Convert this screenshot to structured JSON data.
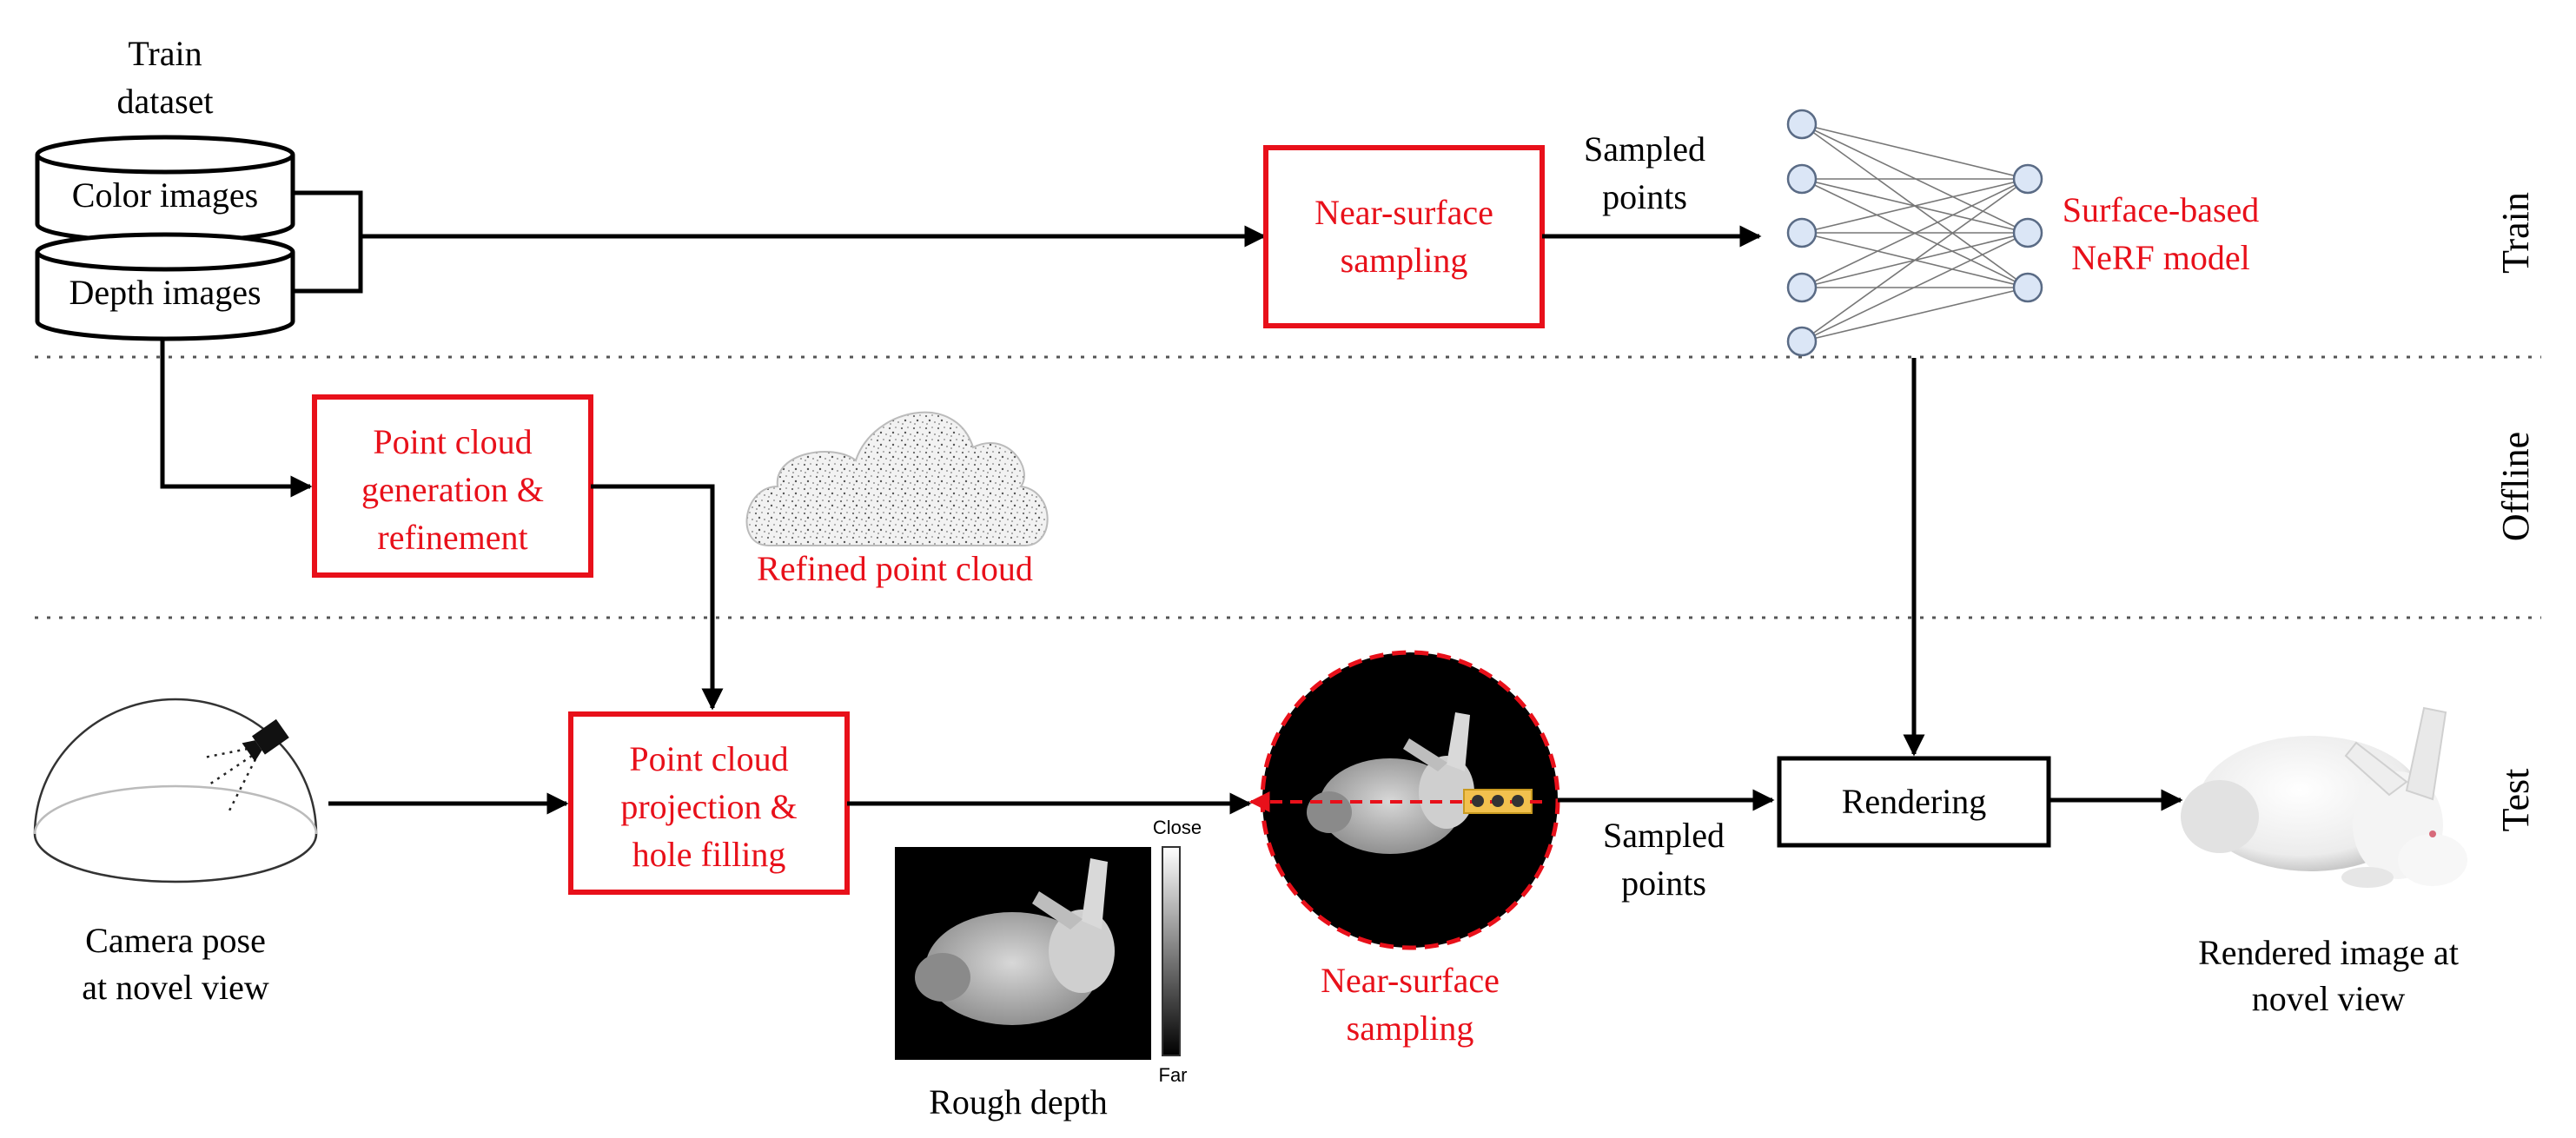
{
  "inputs": {
    "title_line1": "Train",
    "title_line2": "dataset",
    "color_images": "Color images",
    "depth_images": "Depth images"
  },
  "train_row": {
    "sampling_line1": "Near-surface",
    "sampling_line2": "sampling",
    "sampled_line1": "Sampled",
    "sampled_line2": "points",
    "model_line1": "Surface-based",
    "model_line2": "NeRF model"
  },
  "offline_row": {
    "pc_line1": "Point cloud",
    "pc_line2": "generation &",
    "pc_line3": "refinement",
    "refined_label": "Refined point cloud"
  },
  "test_row": {
    "camera_line1": "Camera pose",
    "camera_line2": "at novel view",
    "proj_line1": "Point cloud",
    "proj_line2": "projection &",
    "proj_line3": "hole filling",
    "rough_depth": "Rough depth",
    "colorbar_close": "Close",
    "colorbar_far": "Far",
    "ns_line1": "Near-surface",
    "ns_line2": "sampling",
    "sampled_line1": "Sampled",
    "sampled_line2": "points",
    "rendering": "Rendering",
    "rendered_line1": "Rendered image at",
    "rendered_line2": "novel view"
  },
  "side_labels": {
    "train": "Train",
    "offline": "Offline",
    "test": "Test"
  },
  "colors": {
    "accent_red": "#e8101a",
    "node_fill": "#dbe6f6",
    "highlight_yellow": "#f2c14e"
  }
}
